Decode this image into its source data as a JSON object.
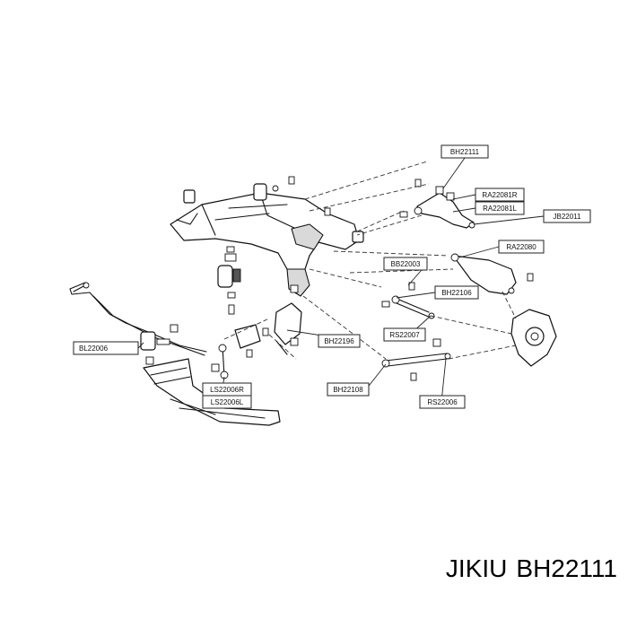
{
  "labels": {
    "bh22111": "BH22111",
    "ra22081r": "RA22081R",
    "ra22081l": "RA22081L",
    "jb22011": "JB22011",
    "ra22080": "RA22080",
    "bb22003": "BB22003",
    "bh22106": "BH22106",
    "bl22006": "BL22006",
    "bh22196": "BH22196",
    "rs22007": "RS22007",
    "ls22006r": "LS22006R",
    "ls22006l": "LS22006L",
    "bh22108": "BH22108",
    "rs22006": "RS22006"
  },
  "footer": {
    "brand": "JIKIU",
    "part_number": "BH22111"
  }
}
